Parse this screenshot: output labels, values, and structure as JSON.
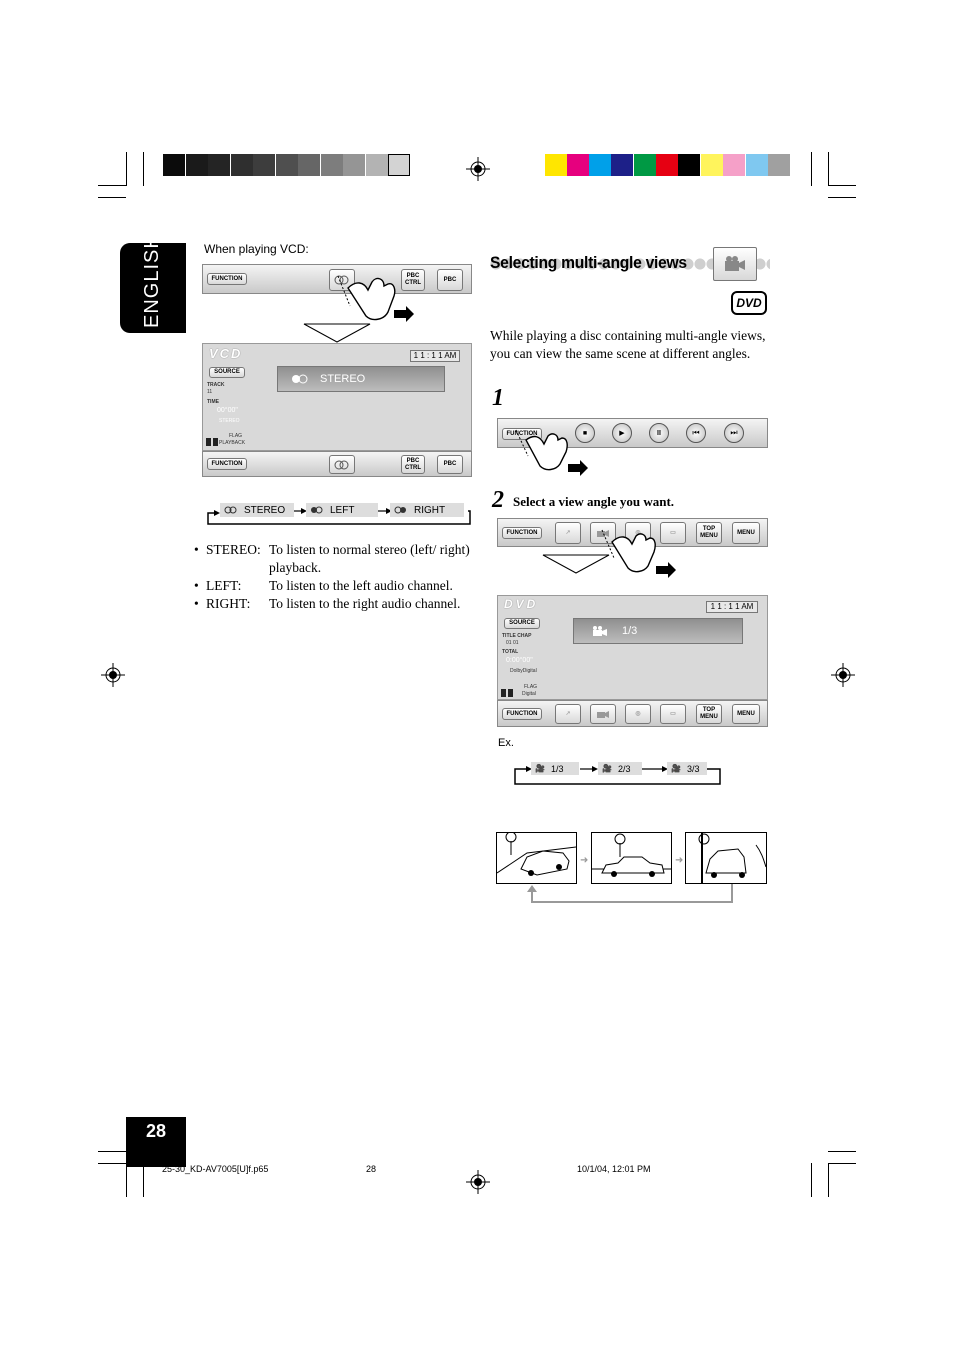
{
  "language_tab": "ENGLISH",
  "left_column": {
    "caption": "When playing VCD:",
    "toolbar_top": {
      "function": "FUNCTION",
      "pbc_ctrl": "PBC CTRL",
      "pbc": "PBC"
    },
    "vcd_screen": {
      "logo": "VCD",
      "clock": "1 1 : 1 1 AM",
      "source": "SOURCE",
      "track_label": "TRACK",
      "track_value": "11",
      "time_label": "TIME",
      "time_value": "00°00\"",
      "audio_small": "STEREO",
      "flag": "FLAG",
      "playback_mode": "PLAYBACK",
      "audio_status": "STEREO"
    },
    "toolbar_bottom": {
      "function": "FUNCTION",
      "pbc_ctrl": "PBC CTRL",
      "pbc": "PBC"
    },
    "sequence": [
      "STEREO",
      "LEFT",
      "RIGHT"
    ],
    "bullets": [
      {
        "term": "STEREO:",
        "desc": "To listen to normal stereo (left/ right) playback."
      },
      {
        "term": "LEFT:",
        "desc": "To listen to the left audio channel."
      },
      {
        "term": "RIGHT:",
        "desc": "To listen to the right audio channel."
      }
    ]
  },
  "right_column": {
    "heading": "Selecting multi-angle views",
    "dvd_badge": "DVD",
    "intro": "While playing a disc containing multi-angle views, you can view the same scene at different angles.",
    "step1_number": "1",
    "step1_toolbar": {
      "function": "FUNCTION",
      "stop": "■",
      "play": "▶",
      "pause": "II",
      "prev": "⏮",
      "next": "⏭"
    },
    "step2_number": "2",
    "step2_text": "Select a view angle you want.",
    "step2_toolbar": {
      "function": "FUNCTION",
      "top_menu": "TOP MENU",
      "menu": "MENU"
    },
    "dvd_screen": {
      "logo": "DVD",
      "clock": "1 1 : 1 1 AM",
      "source": "SOURCE",
      "title_chap": "TITLE  CHAP",
      "title_value": "01    01",
      "total_label": "TOTAL",
      "time_value": "0:00°00\"",
      "audio_format": "DolbyDigital",
      "flag": "FLAG",
      "digital": "Digital",
      "angle_status": "1/3"
    },
    "dvd_toolbar": {
      "function": "FUNCTION",
      "top_menu": "TOP MENU",
      "menu": "MENU"
    },
    "ex_label": "Ex.",
    "angle_sequence": [
      "1/3",
      "2/3",
      "3/3"
    ]
  },
  "footer": {
    "page_number": "28",
    "file": "25-30_KD-AV7005[U]f.p65",
    "page_ref": "28",
    "timestamp": "10/1/04, 12:01 PM"
  },
  "colors": {
    "gray_bars": [
      "#0b0b0b",
      "#1a1a1a",
      "#242424",
      "#2f2f2f",
      "#3d3d3d",
      "#4f4f4f",
      "#666666",
      "#7d7d7d",
      "#959595",
      "#b3b3b3",
      "#d3d3d3",
      "#ffffff"
    ],
    "color_bars": [
      "#ffe600",
      "#e6007e",
      "#00a0e9",
      "#1d2088",
      "#009944",
      "#e60012",
      "#ffffff",
      "#fff45c",
      "#f5a0c8",
      "#7fc8f0",
      "#a0a0a0"
    ]
  }
}
